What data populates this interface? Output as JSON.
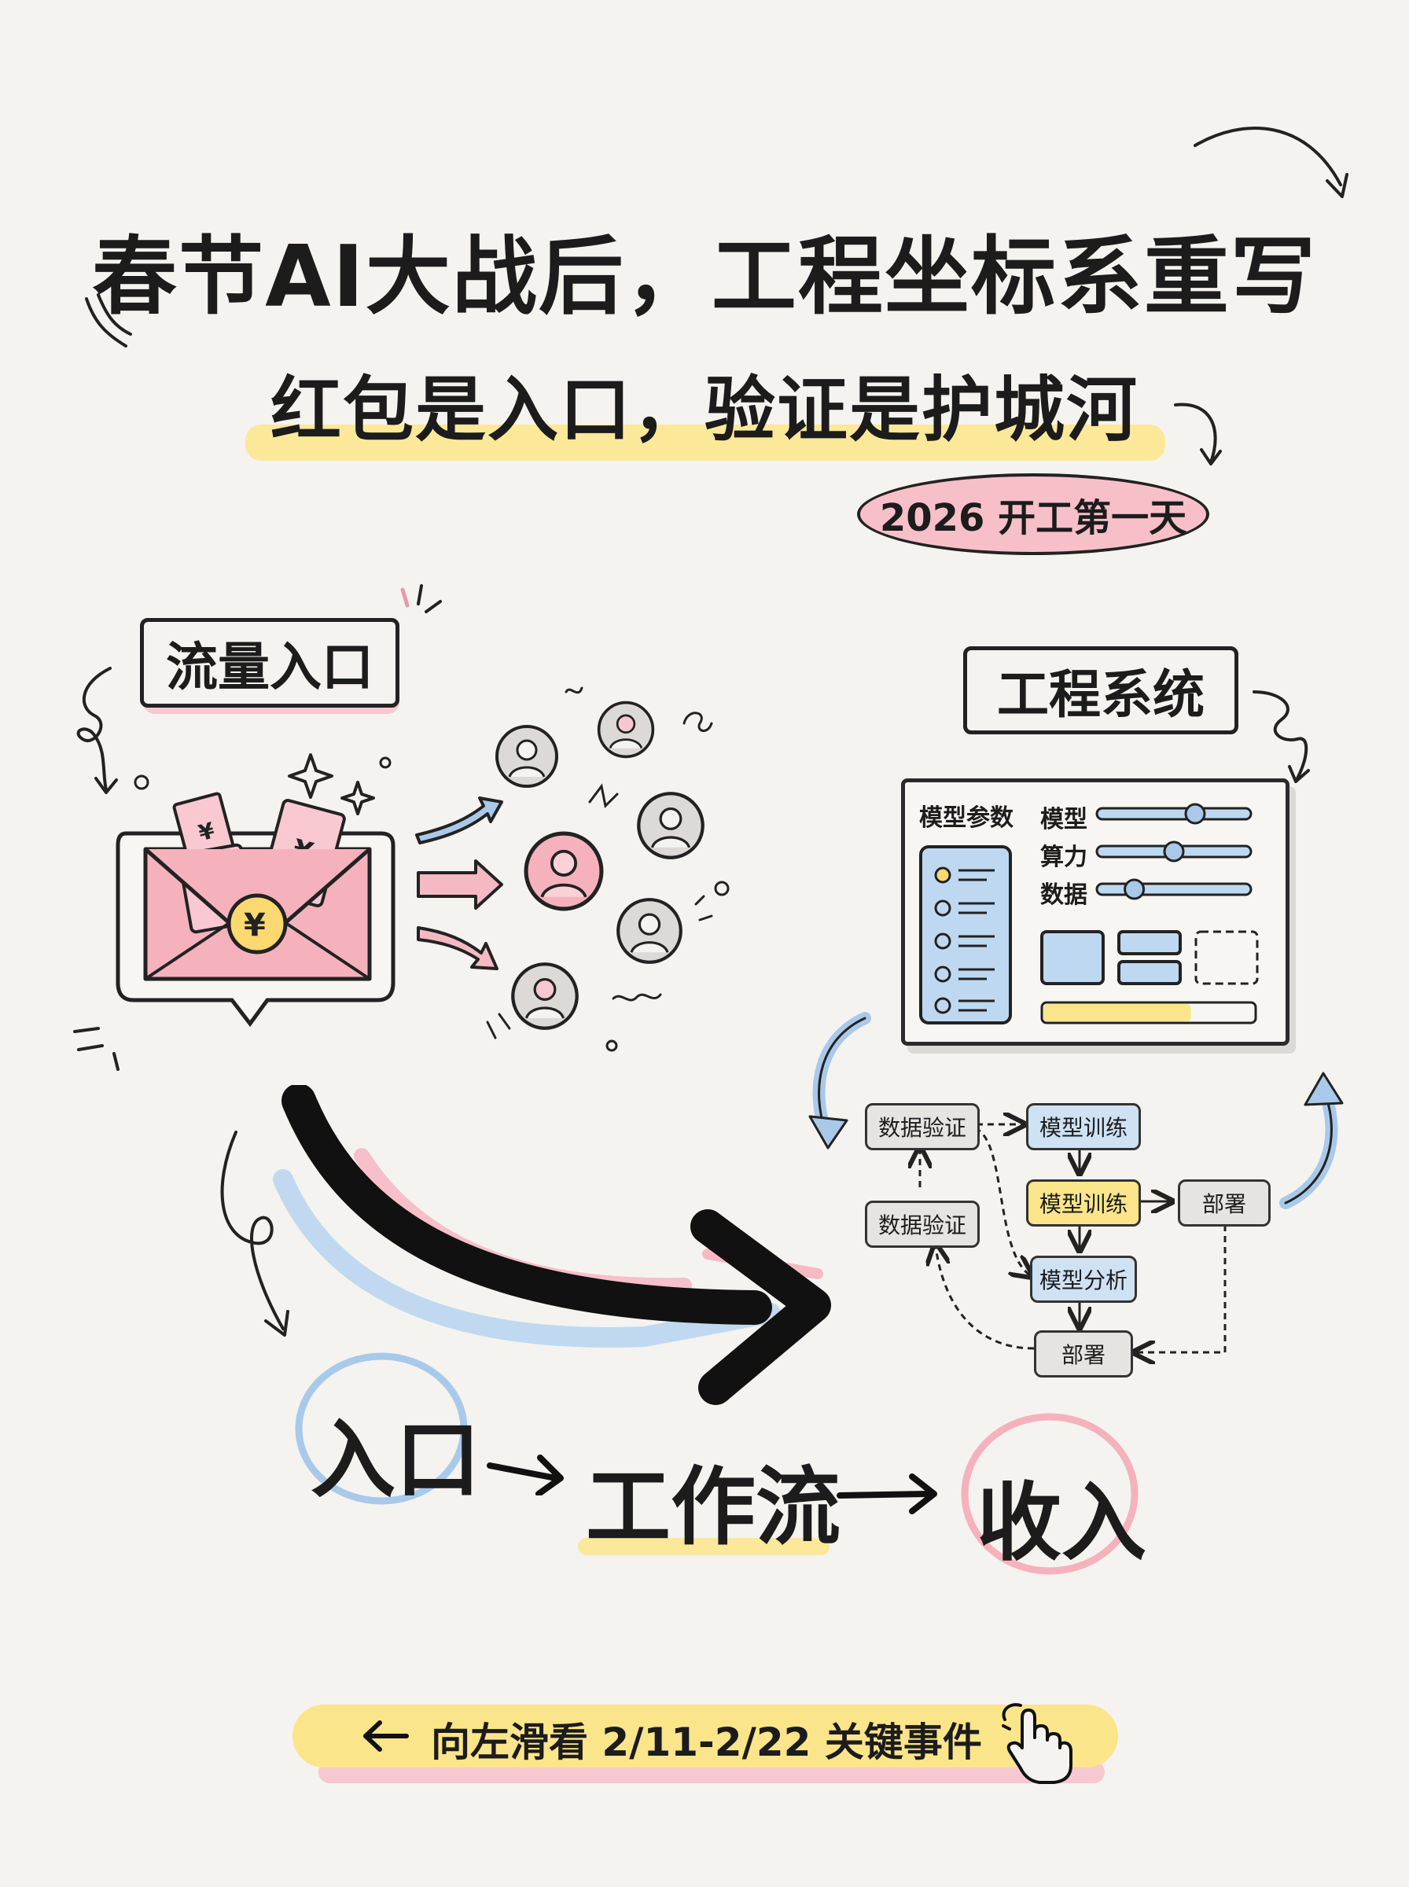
{
  "title": "春节AI大战后，工程坐标系重写",
  "subtitle": "红包是入口，验证是护城河",
  "badge": "2026 开工第一天",
  "left_label": "流量入口",
  "right_label": "工程系统",
  "panel": {
    "title": "模型参数",
    "sliders": [
      {
        "label": "模型",
        "value": 0.65
      },
      {
        "label": "算力",
        "value": 0.5
      },
      {
        "label": "数据",
        "value": 0.22
      }
    ],
    "progress": 0.7
  },
  "nodes": {
    "verify1": "数据验证",
    "train1": "模型训练",
    "train2": "模型训练",
    "deploy1": "部署",
    "verify2": "数据验证",
    "analysis": "模型分析",
    "deploy2": "部署"
  },
  "flow": {
    "entry": "入口",
    "workflow": "工作流",
    "income": "收入"
  },
  "bottom": "向左滑看 2/11-2/22 关键事件",
  "colors": {
    "pink": "#f7b9c4",
    "blue": "#bad6f0",
    "yellow": "#fbe58a"
  },
  "icons": [
    "red-envelope-icon",
    "yen-icon",
    "user-avatar-icon",
    "hand-pointer-icon",
    "left-arrow-icon"
  ]
}
